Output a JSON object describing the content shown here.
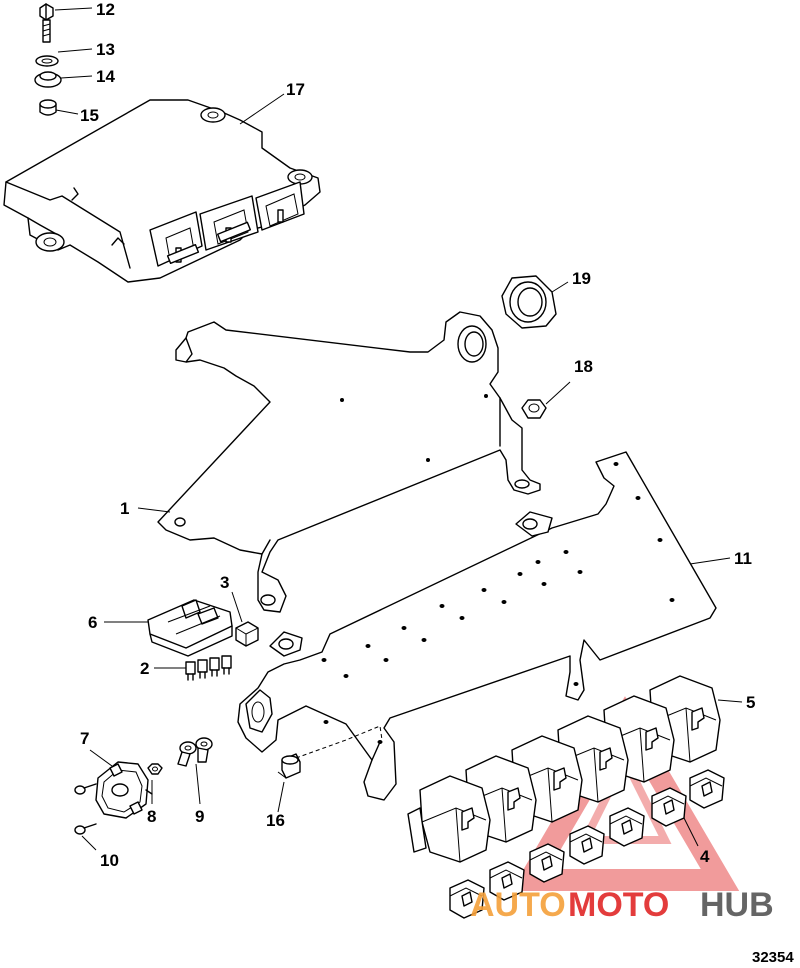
{
  "callouts": {
    "c1": "1",
    "c2": "2",
    "c3": "3",
    "c4": "4",
    "c5": "5",
    "c6": "6",
    "c7": "7",
    "c8": "8",
    "c9": "9",
    "c10": "10",
    "c11": "11",
    "c12": "12",
    "c13": "13",
    "c14": "14",
    "c15": "15",
    "c16": "16",
    "c17": "17",
    "c18": "18",
    "c19": "19"
  },
  "drawing_number": "32354",
  "watermark": {
    "part1": "AUTO",
    "part2": "MOTO",
    "part3": "HUB",
    "colors": {
      "auto": "#f5a03a",
      "moto": "#e02828",
      "hub": "#555555"
    }
  }
}
